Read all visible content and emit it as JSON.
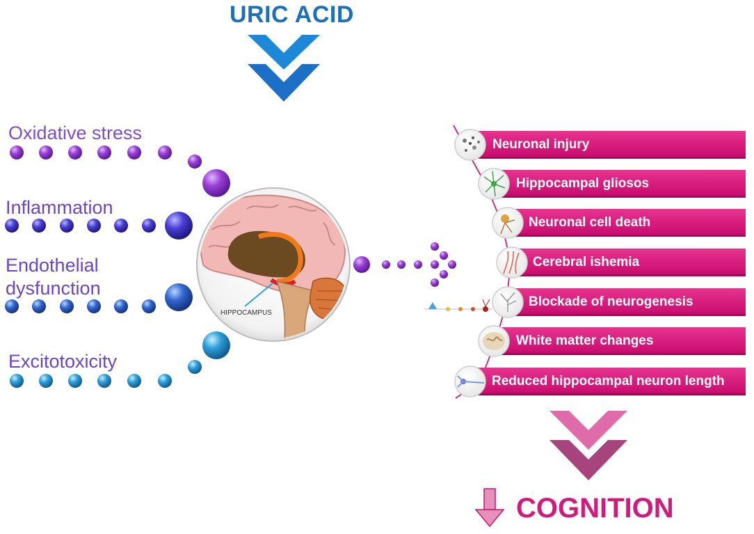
{
  "title": "URIC ACID",
  "factors": [
    {
      "label": "Oxidative stress",
      "color": "#7a4fc8"
    },
    {
      "label": "Inflammation",
      "color": "#6a45c6"
    },
    {
      "label": "Endothelial\ndysfunction",
      "color": "#6a45c6"
    },
    {
      "label": "Excitotoxicity",
      "color": "#6a45c6"
    }
  ],
  "brain_label": "HIPPOCAMPUS",
  "effects": [
    {
      "label": "Neuronal injury"
    },
    {
      "label": "Hippocampal gliosos"
    },
    {
      "label": "Neuronal cell death"
    },
    {
      "label": "Cerebral ishemia"
    },
    {
      "label": "Blockade of neurogenesis"
    },
    {
      "label": "White matter changes"
    },
    {
      "label": "Reduced hippocampal neuron length"
    }
  ],
  "outcome": "COGNITION",
  "colors": {
    "title": "#1f6fb8",
    "bar": "#d8167c",
    "outcome": "#d01b7d",
    "top_chevron": "#1e88d8",
    "bottom_chevron": "#c2508f"
  }
}
